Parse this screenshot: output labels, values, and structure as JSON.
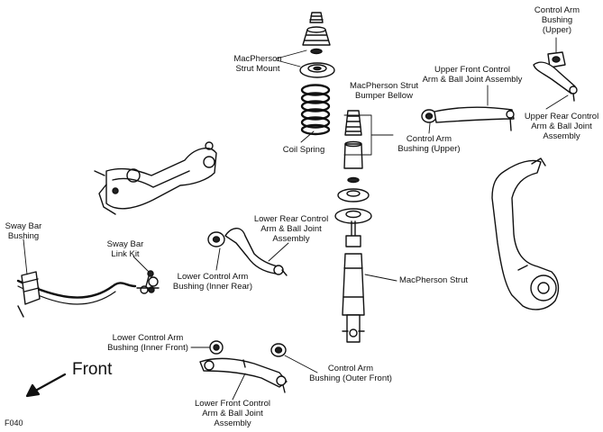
{
  "labels": {
    "macpherson_strut_mount": "MacPherson\nStrut Mount",
    "coil_spring": "Coil Spring",
    "bumper_bellow": "MacPherson Strut\nBumper Bellow",
    "macpherson_strut": "MacPherson Strut",
    "control_arm_bushing_upper_top": "Control Arm\nBushing\n(Upper)",
    "upper_front_control_arm": "Upper Front Control\nArm & Ball Joint Assembly",
    "upper_rear_control_arm": "Upper Rear Control\nArm & Ball Joint\nAssembly",
    "control_arm_bushing_upper_mid": "Control Arm\nBushing (Upper)",
    "lower_rear_control_arm": "Lower Rear Control\nArm & Ball Joint\nAssembly",
    "lower_control_arm_bushing_inner_rear": "Lower Control Arm\nBushing (Inner Rear)",
    "sway_bar_bushing": "Sway Bar\nBushing",
    "sway_bar_link_kit": "Sway Bar\nLink Kit",
    "lower_control_arm_bushing_inner_front": "Lower Control Arm\nBushing (Inner Front)",
    "control_arm_bushing_outer_front": "Control Arm\nBushing (Outer Front)",
    "lower_front_control_arm": "Lower Front Control\nArm & Ball Joint\nAssembly"
  },
  "front_label": "Front",
  "figure_code": "F040",
  "colors": {
    "ink": "#111111",
    "background": "#ffffff"
  }
}
